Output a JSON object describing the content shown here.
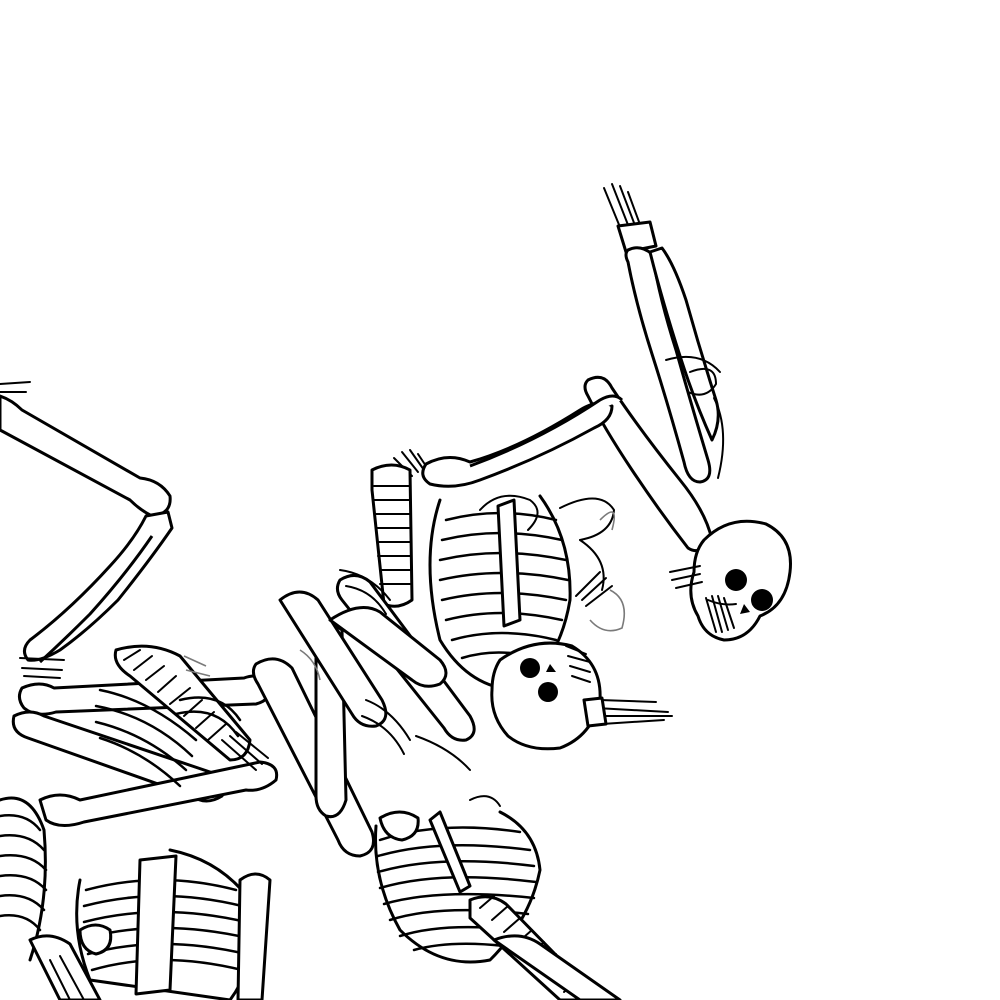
{
  "scene": {
    "subject": "",
    "colors": {
      "background": "#ffffff",
      "ink": "#000000",
      "bone_fill": "#ffffff"
    },
    "figures": [
      {
        "name": "skeleton-upper-right"
      },
      {
        "name": "skeleton-center"
      },
      {
        "name": "skeleton-left"
      },
      {
        "name": "skeleton-bottom-center"
      },
      {
        "name": "skeleton-bottom-left"
      }
    ]
  }
}
